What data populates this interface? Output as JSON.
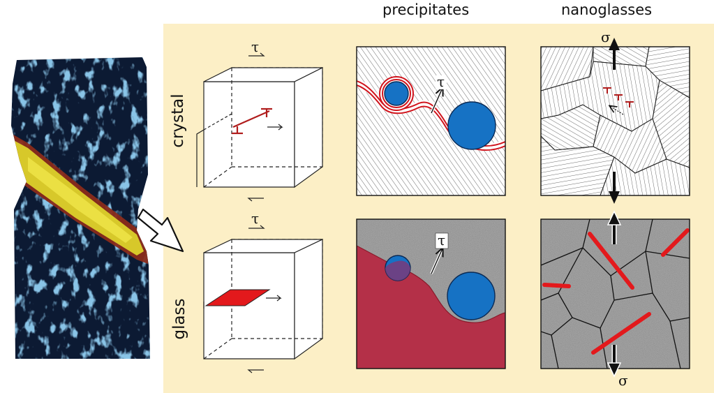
{
  "columns": {
    "precipitates": "precipitates",
    "nanoglasses": "nanoglasses"
  },
  "rows": {
    "crystal": "crystal",
    "glass": "glass"
  },
  "symbols": {
    "shear_stress": "τ",
    "normal_stress": "σ"
  },
  "colors": {
    "background_panel": "#fcefc6",
    "dislocation": "#b01c1c",
    "shear_band": "#e3191c",
    "precipitate": "#1672c4",
    "glass_matrix": "#8a8a8a",
    "plastic_zone": "#b43048"
  }
}
